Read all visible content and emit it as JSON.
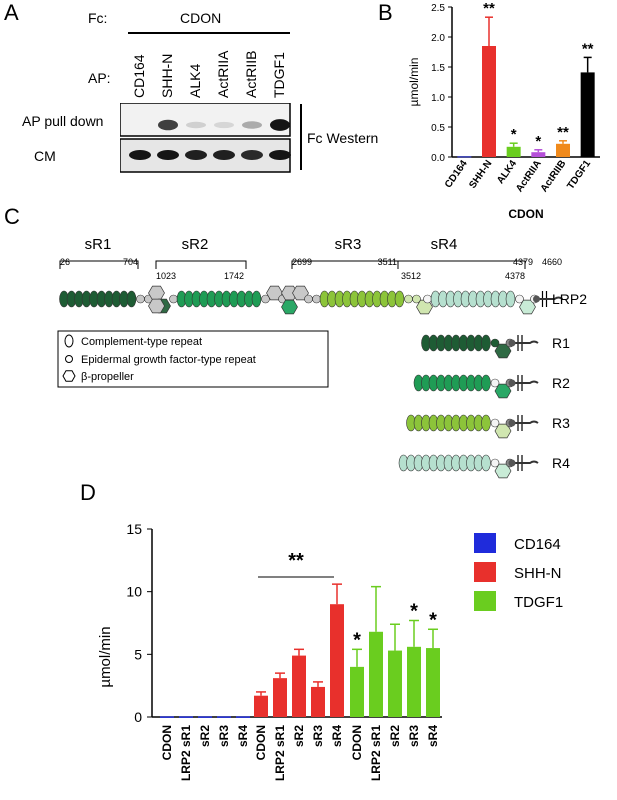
{
  "panelA": {
    "letter": "A",
    "fc_label": "Fc:",
    "fc_value": "CDON",
    "ap_label": "AP:",
    "lanes": [
      "CD164",
      "SHH-N",
      "ALK4",
      "ActRIIA",
      "ActRIIB",
      "TDGF1"
    ],
    "row_pulldown": "AP pull down",
    "row_cm": "CM",
    "western_label": "Fc Western",
    "pulldown_intensity": [
      0.0,
      0.75,
      0.08,
      0.05,
      0.25,
      0.95
    ],
    "cm_intensity": [
      0.95,
      0.95,
      0.9,
      0.9,
      0.85,
      0.95
    ]
  },
  "panelB": {
    "letter": "B",
    "chart_data": {
      "type": "bar",
      "categories": [
        "CD164",
        "SHH-N",
        "ALK4",
        "ActRIIA",
        "ActRIIB",
        "TDGF1"
      ],
      "values": [
        0.01,
        1.85,
        0.17,
        0.08,
        0.22,
        1.41
      ],
      "errors": [
        0.0,
        0.48,
        0.06,
        0.04,
        0.05,
        0.25
      ],
      "significance": [
        "",
        "**",
        "*",
        "*",
        "**",
        "**"
      ],
      "colors": [
        "#1f2bdb",
        "#e8302c",
        "#6acd1f",
        "#b54fd8",
        "#f08a1c",
        "#000000"
      ],
      "ylabel": "µmol/min",
      "xlabel": "CDON",
      "ylim": [
        0,
        2.5
      ],
      "yticks": [
        "0.0",
        "0.5",
        "1.0",
        "1.5",
        "2.0",
        "2.5"
      ]
    }
  },
  "panelC": {
    "letter": "C",
    "regions": [
      "sR1",
      "sR2",
      "sR3",
      "sR4"
    ],
    "positions": [
      "26",
      "704",
      "1023",
      "1742",
      "2699",
      "3511",
      "3512",
      "4378",
      "4379",
      "4660"
    ],
    "constructs": [
      "LRP2",
      "R1",
      "R2",
      "R3",
      "R4"
    ],
    "legend": [
      "Complement-type repeat",
      "Epidermal growth factor-type repeat",
      "β-propeller"
    ],
    "colors": {
      "r1": "#1e5c34",
      "r2": "#1f9c55",
      "r3": "#8cc43a",
      "r4": "#b6e0cf",
      "propeller_r1": "#2f6a44",
      "propeller_r2": "#2aa866",
      "propeller_r3": "#d0e6b0",
      "propeller_r4": "#c8ebd6",
      "grey": "#c8c8c8"
    }
  },
  "panelD": {
    "letter": "D",
    "chart_data": {
      "type": "bar",
      "categories": [
        "CDON",
        "LRP2 sR1",
        "sR2",
        "sR3",
        "sR4"
      ],
      "series": [
        {
          "name": "CD164",
          "color": "#1f2bdb",
          "values": [
            0.05,
            0.05,
            0.05,
            0.05,
            0.05
          ],
          "errors": [
            0,
            0,
            0,
            0,
            0
          ]
        },
        {
          "name": "SHH-N",
          "color": "#e8302c",
          "values": [
            1.7,
            3.1,
            4.9,
            2.4,
            9.0
          ],
          "errors": [
            0.3,
            0.4,
            0.5,
            0.4,
            1.6
          ]
        },
        {
          "name": "TDGF1",
          "color": "#6acd1f",
          "values": [
            4.0,
            6.8,
            5.3,
            5.6,
            5.5
          ],
          "errors": [
            1.4,
            3.6,
            2.1,
            2.1,
            1.5
          ]
        }
      ],
      "significance_shhn": "**",
      "significance_tdgf1": [
        "*",
        "",
        "",
        "*",
        "*"
      ],
      "ylabel": "µmol/min",
      "ylim": [
        0,
        15
      ],
      "yticks": [
        "0",
        "5",
        "10",
        "15"
      ]
    }
  }
}
